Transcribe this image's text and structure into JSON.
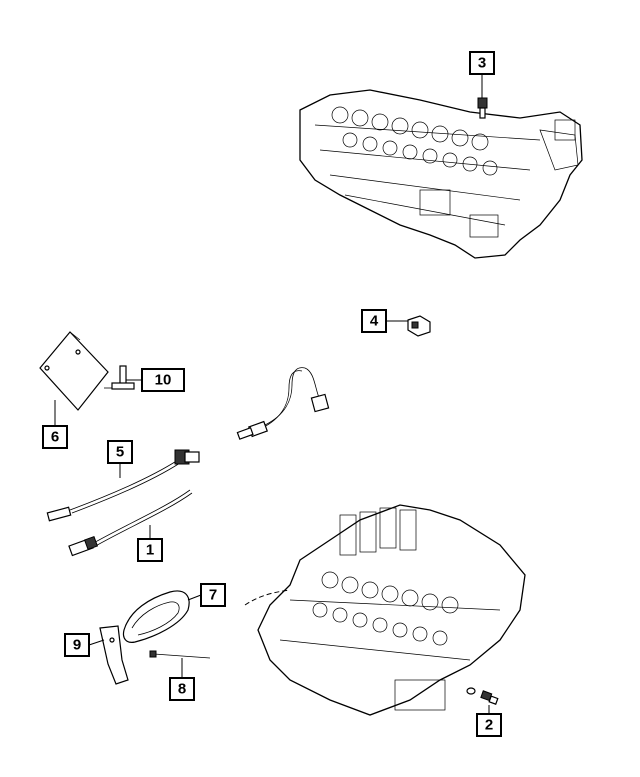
{
  "callouts": [
    {
      "id": "callout-1",
      "label": "1"
    },
    {
      "id": "callout-2",
      "label": "2"
    },
    {
      "id": "callout-3",
      "label": "3"
    },
    {
      "id": "callout-4",
      "label": "4"
    },
    {
      "id": "callout-5",
      "label": "5"
    },
    {
      "id": "callout-6",
      "label": "6"
    },
    {
      "id": "callout-7",
      "label": "7"
    },
    {
      "id": "callout-8",
      "label": "8"
    },
    {
      "id": "callout-9",
      "label": "9"
    },
    {
      "id": "callout-10",
      "label": "10"
    }
  ],
  "colors": {
    "line": "#000000",
    "background": "#ffffff"
  }
}
